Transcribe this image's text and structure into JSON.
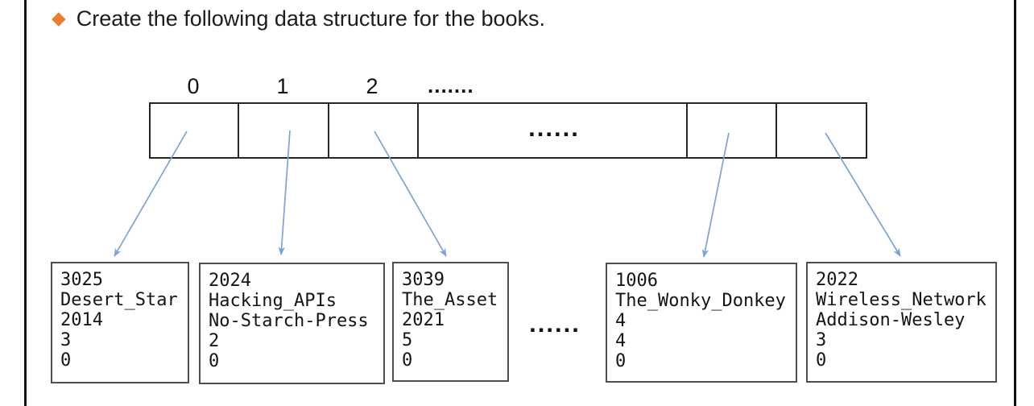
{
  "slide": {
    "bullet_glyph": "◆",
    "title": "Create the following data structure for the books."
  },
  "array": {
    "index_labels": [
      "0",
      "1",
      "2"
    ],
    "header_ellipsis": ".......",
    "cell_ellipsis": "......"
  },
  "records": [
    {
      "lines": [
        "3025",
        "Desert_Star",
        "2014",
        "3",
        "0"
      ]
    },
    {
      "lines": [
        "2024",
        "Hacking_APIs",
        "No-Starch-Press",
        "2",
        "0"
      ]
    },
    {
      "lines": [
        "3039",
        "The_Asset",
        "2021",
        "5",
        "0"
      ]
    },
    {
      "lines": [
        "1006",
        "The_Wonky_Donkey",
        "4",
        "4",
        "0"
      ]
    },
    {
      "lines": [
        "2022",
        "Wireless_Network",
        "Addison-Wesley",
        "3",
        "0"
      ]
    }
  ],
  "records_ellipsis": "......",
  "colors": {
    "bullet": "#ED7D31",
    "arrow": "#7BA3D8",
    "array_border": "#262626",
    "record_border": "#4e4e4e"
  }
}
